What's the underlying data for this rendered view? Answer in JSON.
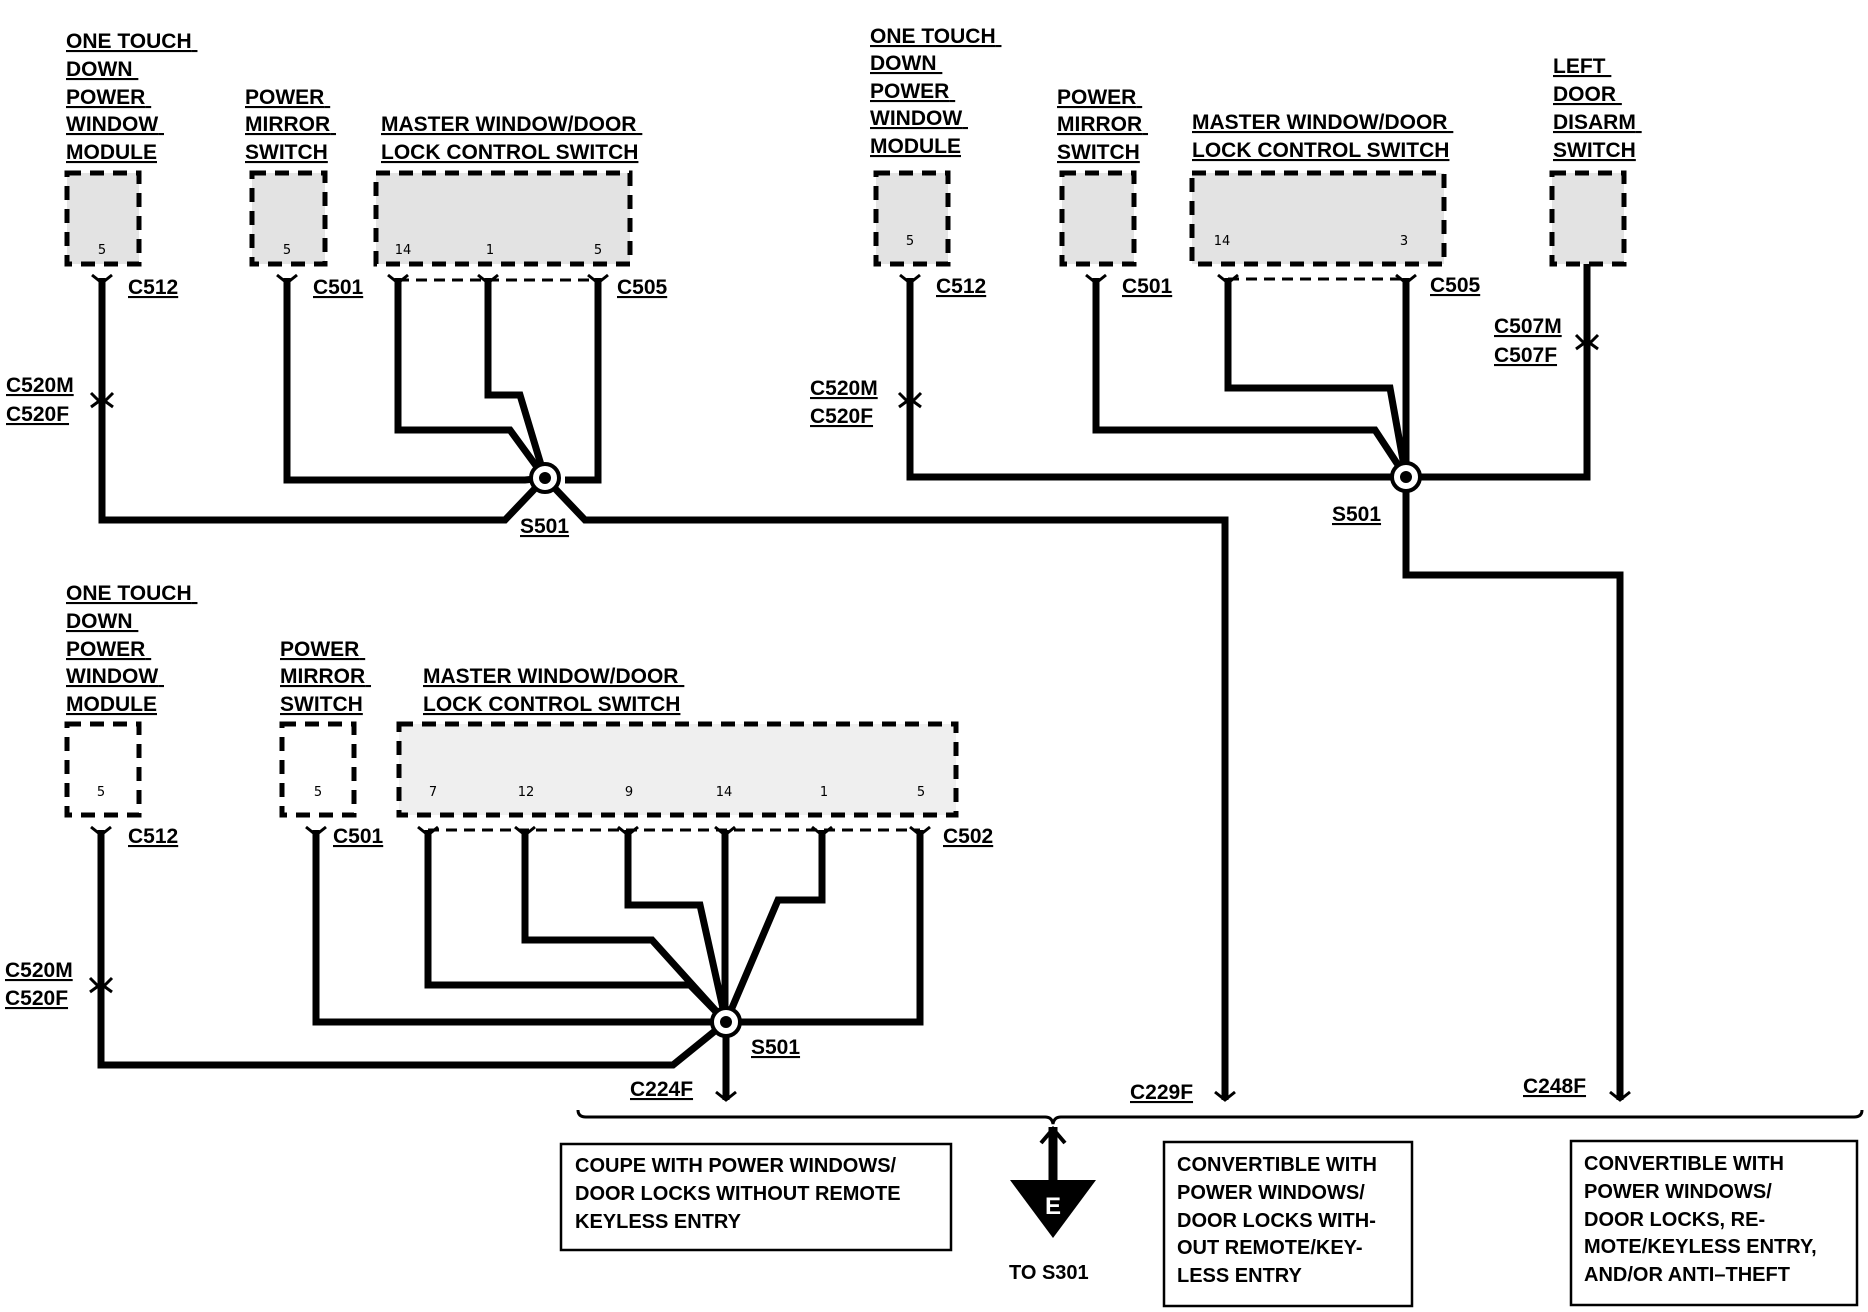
{
  "colors": {
    "wire": "#000000",
    "component_fill": "#e3e3e3",
    "background": "#ffffff"
  },
  "groups": [
    {
      "module_label": [
        "ONE TOUCH",
        "DOWN",
        "POWER",
        "WINDOW",
        "MODULE"
      ],
      "module_pin": "5",
      "module_connector": "C512",
      "inline_connector": [
        "C520M",
        "C520F"
      ],
      "mirror_label": [
        "POWER",
        "MIRROR",
        "SWITCH"
      ],
      "mirror_pin": "5",
      "mirror_connector": "C501",
      "master_label": [
        "MASTER WINDOW/DOOR",
        "LOCK CONTROL SWITCH"
      ],
      "master_pins": [
        "14",
        "1",
        "5"
      ],
      "master_connector": "C505",
      "splice": "S501"
    },
    {
      "module_label": [
        "ONE TOUCH",
        "DOWN",
        "POWER",
        "WINDOW",
        "MODULE"
      ],
      "module_pin": "5",
      "module_connector": "C512",
      "inline_connector": [
        "C520M",
        "C520F"
      ],
      "mirror_label": [
        "POWER",
        "MIRROR",
        "SWITCH"
      ],
      "mirror_connector": "C501",
      "master_label": [
        "MASTER WINDOW/DOOR",
        "LOCK CONTROL SWITCH"
      ],
      "master_pins": [
        "14",
        "3"
      ],
      "master_connector": "C505",
      "disarm_label": [
        "LEFT",
        "DOOR",
        "DISARM",
        "SWITCH"
      ],
      "disarm_connector": [
        "C507M",
        "C507F"
      ],
      "splice": "S501"
    },
    {
      "module_label": [
        "ONE TOUCH",
        "DOWN",
        "POWER",
        "WINDOW",
        "MODULE"
      ],
      "module_pin": "5",
      "module_connector": "C512",
      "inline_connector": [
        "C520M",
        "C520F"
      ],
      "mirror_label": [
        "POWER",
        "MIRROR",
        "SWITCH"
      ],
      "mirror_pin": "5",
      "mirror_connector": "C501",
      "master_label": [
        "MASTER WINDOW/DOOR",
        "LOCK CONTROL SWITCH"
      ],
      "master_pins": [
        "7",
        "12",
        "9",
        "14",
        "1",
        "5"
      ],
      "master_connector": "C502",
      "splice": "S501"
    }
  ],
  "bottom": {
    "connectors": [
      "C224F",
      "C229F",
      "C248F"
    ],
    "ground_mark": "E",
    "ground_to": "TO S301",
    "notes": [
      [
        "COUPE WITH POWER WINDOWS/",
        "DOOR LOCKS WITHOUT REMOTE",
        "KEYLESS ENTRY"
      ],
      [
        "CONVERTIBLE WITH",
        "POWER WINDOWS/",
        "DOOR LOCKS WITH-",
        "OUT REMOTE/KEY-",
        "LESS ENTRY"
      ],
      [
        "CONVERTIBLE WITH",
        "POWER WINDOWS/",
        "DOOR LOCKS, RE-",
        "MOTE/KEYLESS ENTRY,",
        "AND/OR ANTI–THEFT"
      ]
    ]
  }
}
